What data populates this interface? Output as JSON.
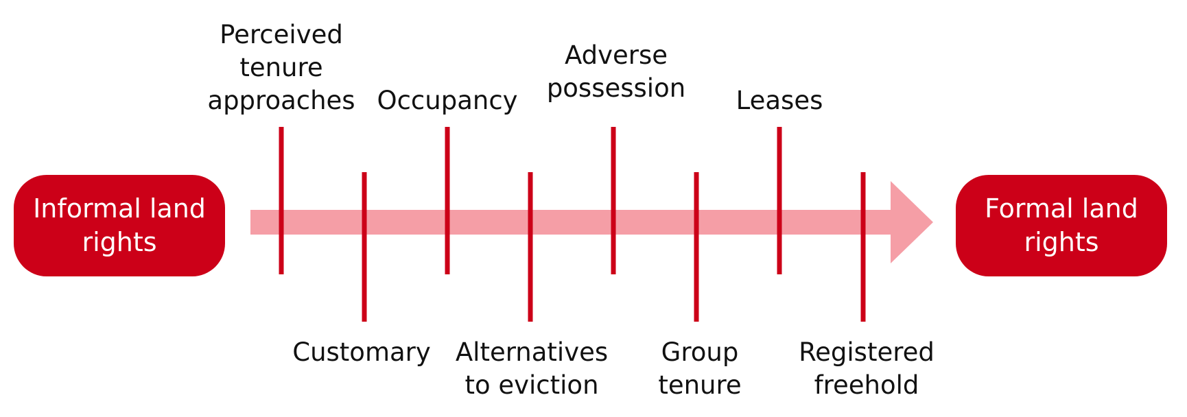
{
  "diagram": {
    "left_endpoint": "Informal land\nrights",
    "right_endpoint": "Formal land\nrights",
    "top_labels": [
      "Perceived\ntenure\napproaches",
      "Occupancy",
      "Adverse\npossession",
      "Leases"
    ],
    "bottom_labels": [
      "Customary",
      "Alternatives\nto eviction",
      "Group\ntenure",
      "Registered\nfreehold"
    ],
    "colors": {
      "endpoint_fill": "#cc0018",
      "endpoint_text": "#ffffff",
      "arrow": "#f59ea6",
      "tick": "#cc0018",
      "label_text": "#111111"
    }
  }
}
